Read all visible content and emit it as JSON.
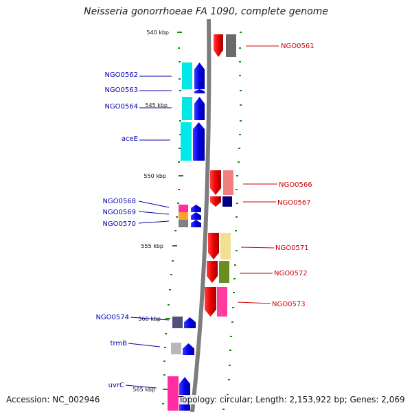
{
  "title": "Neisseria gonorrhoeae FA 1090, complete genome",
  "footer": {
    "accession": "Accession: NC_002946",
    "topology": "Topology: circular; Length: 2,153,922 bp; Genes: 2,069"
  },
  "ticks": [
    {
      "label": "540 kbp"
    },
    {
      "label": "545 kbp"
    },
    {
      "label": "550 kbp"
    },
    {
      "label": "555 kbp"
    },
    {
      "label": "560 kbp"
    },
    {
      "label": "565 kbp"
    }
  ],
  "genes": [
    {
      "label": "NGO0561",
      "strand": "reverse",
      "label_color": "#cc0000"
    },
    {
      "label": "NGO0562",
      "strand": "forward",
      "label_color": "#0000b0"
    },
    {
      "label": "NGO0563",
      "strand": "forward",
      "label_color": "#0000b0"
    },
    {
      "label": "NGO0564",
      "strand": "forward",
      "label_color": "#0000b0"
    },
    {
      "label": "aceE",
      "strand": "forward",
      "label_color": "#0000b0"
    },
    {
      "label": "NGO0566",
      "strand": "reverse",
      "label_color": "#cc0000"
    },
    {
      "label": "NGO0567",
      "strand": "reverse",
      "label_color": "#cc0000"
    },
    {
      "label": "NGO0568",
      "strand": "forward",
      "label_color": "#0000b0"
    },
    {
      "label": "NGO0569",
      "strand": "forward",
      "label_color": "#0000b0"
    },
    {
      "label": "NGO0570",
      "strand": "forward",
      "label_color": "#0000b0"
    },
    {
      "label": "NGO0571",
      "strand": "reverse",
      "label_color": "#cc0000"
    },
    {
      "label": "NGO0572",
      "strand": "reverse",
      "label_color": "#cc0000"
    },
    {
      "label": "NGO0573",
      "strand": "reverse",
      "label_color": "#cc0000"
    },
    {
      "label": "NGO0574",
      "strand": "forward",
      "label_color": "#0000b0"
    },
    {
      "label": "trmB",
      "strand": "forward",
      "label_color": "#0000b0"
    },
    {
      "label": "uvrC",
      "strand": "forward",
      "label_color": "#0000b0"
    }
  ],
  "colors": {
    "backbone": "#808080",
    "forward_arrow": "#1010ee",
    "reverse_arrow": "#ee0000",
    "tick": "#138a13",
    "leader_forward": "#0000b0",
    "leader_reverse": "#cc0000"
  }
}
